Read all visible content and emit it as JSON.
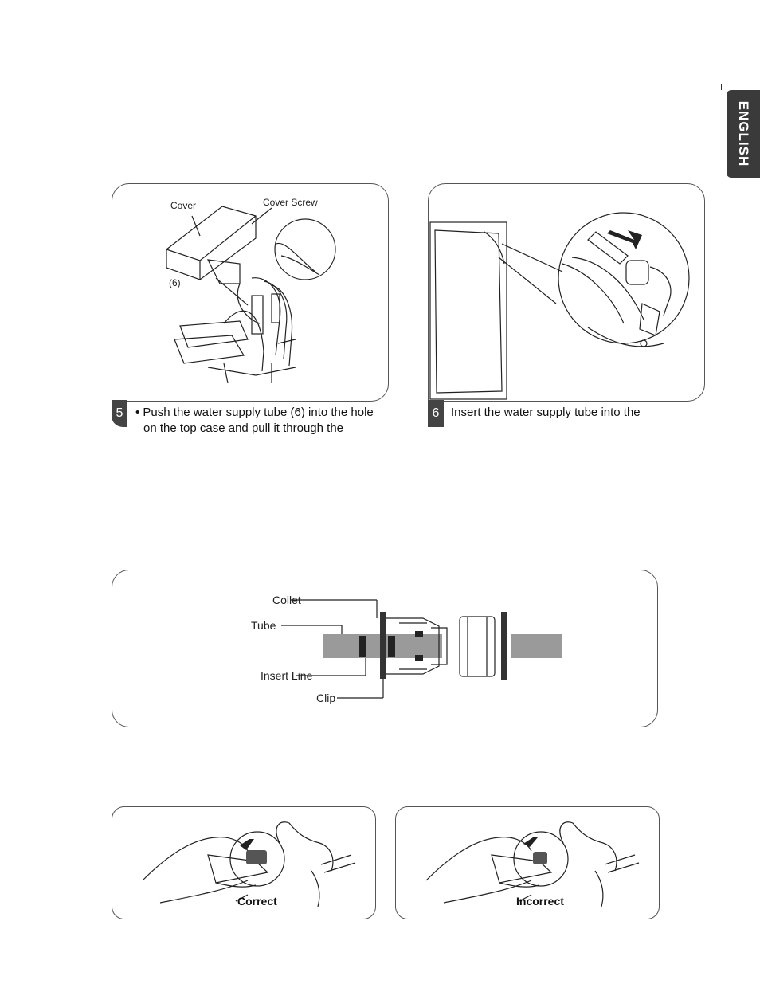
{
  "language_tab": {
    "label": "ENGLISH"
  },
  "figure_step5": {
    "labels": {
      "cover": "Cover",
      "cover_screw": "Cover Screw",
      "tube_ref": "(6)"
    }
  },
  "step5": {
    "number": "5",
    "line1": "• Push the water supply tube (6) into the hole",
    "line2": "on the top case and pull it through the"
  },
  "step6": {
    "number": "6",
    "line1": "Insert the water supply tube into the"
  },
  "fitting_diagram": {
    "labels": {
      "collet": "Collet",
      "tube": "Tube",
      "insert_line": "Insert Line",
      "clip": "Clip"
    }
  },
  "comparison": {
    "correct_label": "Correct",
    "incorrect_label": "Incorrect"
  }
}
